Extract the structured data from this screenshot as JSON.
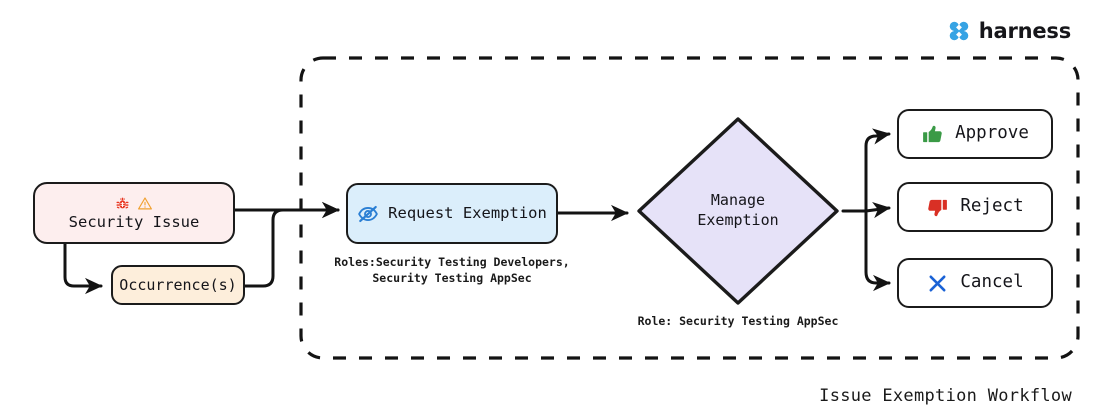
{
  "brand": {
    "name": "harness",
    "logo_icon": "harness-clover-logo-icon",
    "color": "#36a3e4"
  },
  "diagram": {
    "title": "Issue Exemption Workflow",
    "boundary": {
      "name": "exemption-scope-boundary",
      "style": "dashed",
      "color": "#131313"
    },
    "nodes": [
      {
        "id": "security-issue",
        "label": "Security Issue",
        "shape": "rounded-rect",
        "fill": "#fdeeee",
        "icons": [
          "bug-icon",
          "warning-triangle-icon"
        ],
        "icon_colors": [
          "#e8341f",
          "#f0a030"
        ]
      },
      {
        "id": "occurrences",
        "label": "Occurrence(s)",
        "shape": "rounded-rect",
        "fill": "#fdeedb"
      },
      {
        "id": "request-exemption",
        "label": "Request Exemption",
        "shape": "rounded-rect",
        "fill": "#dbeefb",
        "icon": "eye-off-icon",
        "icon_color": "#2b7fd4",
        "caption": "Roles:Security Testing Developers,\nSecurity Testing AppSec"
      },
      {
        "id": "manage-exemption",
        "label": "Manage\nExemption",
        "label_line_1": "Manage",
        "label_line_2": "Exemption",
        "shape": "diamond",
        "fill": "#e6e2f8",
        "caption": "Role: Security Testing AppSec"
      },
      {
        "id": "approve",
        "label": "Approve",
        "shape": "rounded-rect",
        "fill": "#ffffff",
        "icon": "thumbs-up-icon",
        "icon_color": "#3a9a46"
      },
      {
        "id": "reject",
        "label": "Reject",
        "shape": "rounded-rect",
        "fill": "#ffffff",
        "icon": "thumbs-down-icon",
        "icon_color": "#d93025"
      },
      {
        "id": "cancel",
        "label": "Cancel",
        "shape": "rounded-rect",
        "fill": "#ffffff",
        "icon": "close-x-icon",
        "icon_color": "#1a62d6"
      }
    ],
    "edges": [
      {
        "from": "security-issue",
        "to": "request-exemption"
      },
      {
        "from": "security-issue",
        "to": "occurrences"
      },
      {
        "from": "occurrences",
        "to": "request-exemption"
      },
      {
        "from": "request-exemption",
        "to": "manage-exemption"
      },
      {
        "from": "manage-exemption",
        "to": "approve"
      },
      {
        "from": "manage-exemption",
        "to": "reject"
      },
      {
        "from": "manage-exemption",
        "to": "cancel"
      }
    ]
  }
}
